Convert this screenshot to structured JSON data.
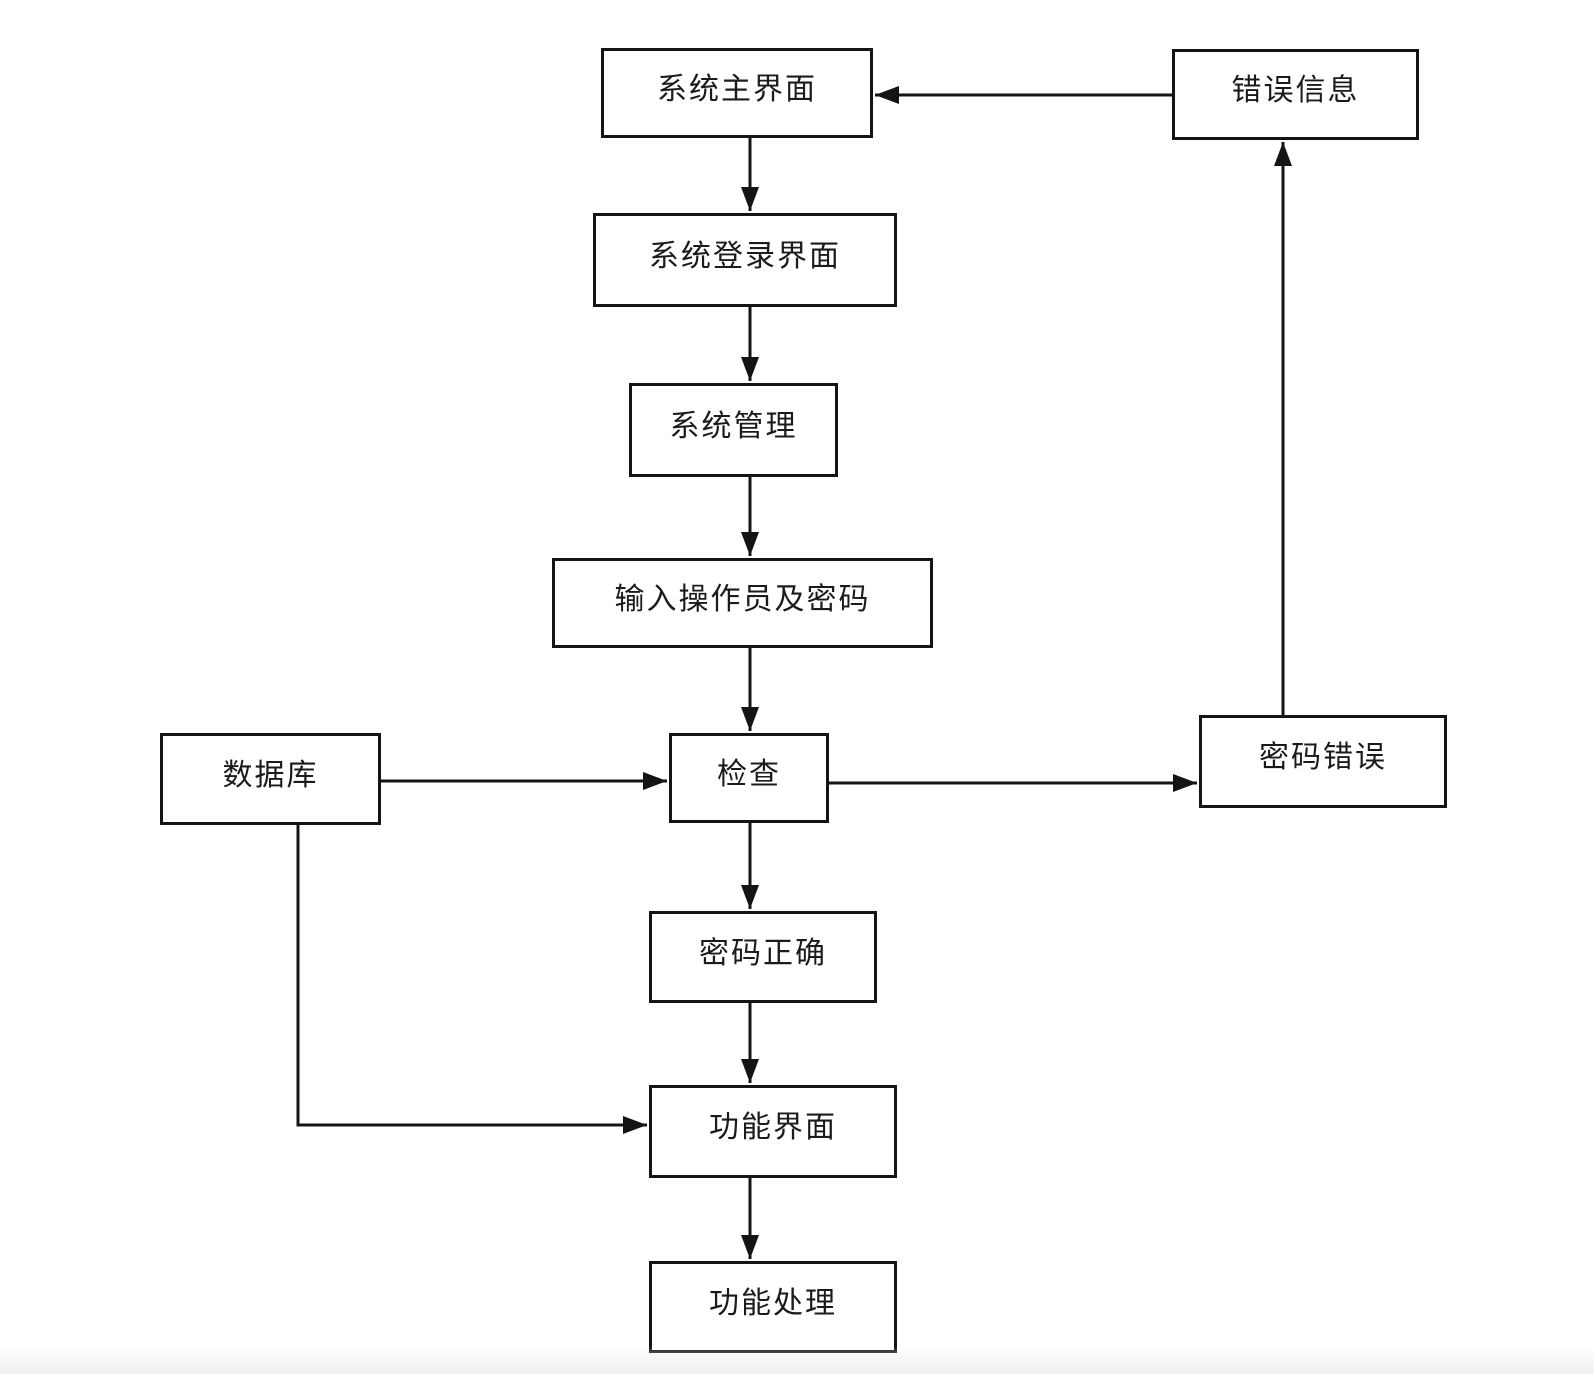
{
  "diagram": {
    "type": "flowchart",
    "nodes": {
      "system_main_ui": {
        "label": "系统主界面"
      },
      "error_info": {
        "label": "错误信息"
      },
      "system_login_ui": {
        "label": "系统登录界面"
      },
      "system_management": {
        "label": "系统管理"
      },
      "input_operator_pwd": {
        "label": "输入操作员及密码"
      },
      "database": {
        "label": "数据库"
      },
      "check": {
        "label": "检查"
      },
      "password_wrong": {
        "label": "密码错误"
      },
      "password_correct": {
        "label": "密码正确"
      },
      "function_ui": {
        "label": "功能界面"
      },
      "function_processing": {
        "label": "功能处理"
      }
    },
    "edges": [
      {
        "from": "system_main_ui",
        "to": "system_login_ui"
      },
      {
        "from": "system_login_ui",
        "to": "system_management"
      },
      {
        "from": "system_management",
        "to": "input_operator_pwd"
      },
      {
        "from": "input_operator_pwd",
        "to": "check"
      },
      {
        "from": "database",
        "to": "check"
      },
      {
        "from": "check",
        "to": "password_wrong"
      },
      {
        "from": "password_wrong",
        "to": "error_info"
      },
      {
        "from": "error_info",
        "to": "system_main_ui"
      },
      {
        "from": "check",
        "to": "password_correct"
      },
      {
        "from": "password_correct",
        "to": "function_ui"
      },
      {
        "from": "database",
        "to": "function_ui"
      },
      {
        "from": "function_ui",
        "to": "function_processing"
      }
    ],
    "colors": {
      "line": "#141414",
      "box_border": "#141414",
      "box_fill": "#ffffff",
      "text": "#1b1b1f",
      "background": "#ffffff"
    }
  }
}
